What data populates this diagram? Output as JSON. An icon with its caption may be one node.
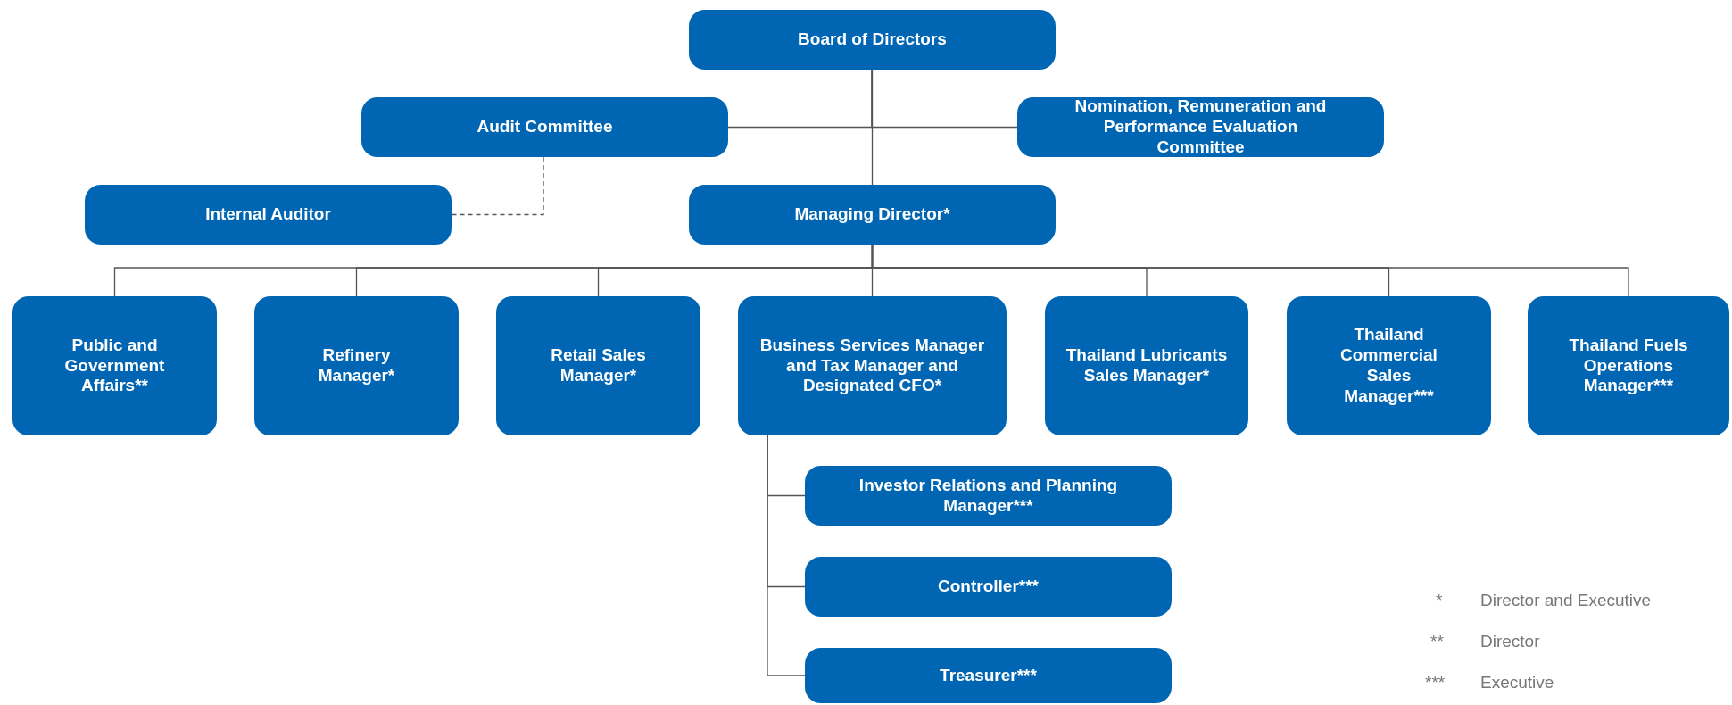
{
  "diagram": {
    "nodes": [
      {
        "text": [
          "Board of Directors"
        ]
      },
      {
        "text": [
          "Audit Committee"
        ]
      },
      {
        "text": [
          "Nomination, Remuneration and Performance Evaluation Committee"
        ]
      },
      {
        "text": [
          "Internal Auditor"
        ]
      },
      {
        "text": [
          "Managing Director*"
        ]
      },
      {
        "text": [
          "Public and Government Affairs**"
        ]
      },
      {
        "text": [
          "Refinery Manager*"
        ]
      },
      {
        "text": [
          "Retail Sales Manager*"
        ]
      },
      {
        "text": [
          "Business Services Manager and Tax Manager and Designated CFO*"
        ]
      },
      {
        "text": [
          "Thailand Lubricants Sales Manager*"
        ]
      },
      {
        "text": [
          "Thailand Commercial Sales Manager***"
        ]
      },
      {
        "text": [
          "Thailand Fuels Operations Manager***"
        ]
      },
      {
        "text": [
          "Investor Relations and Planning Manager***"
        ]
      },
      {
        "text": [
          "Controller***"
        ]
      },
      {
        "text": [
          "Treasurer***"
        ]
      }
    ],
    "edges": [
      {
        "from": 0,
        "to": 1,
        "arrow": "none"
      },
      {
        "from": 0,
        "to": 2,
        "arrow": "none"
      },
      {
        "from": 0,
        "to": 4,
        "arrow": "none"
      },
      {
        "from": 1,
        "to": 3,
        "arrow": "none",
        "style": "dashed"
      },
      {
        "from": 4,
        "to": 5,
        "arrow": "none"
      },
      {
        "from": 4,
        "to": 6,
        "arrow": "none"
      },
      {
        "from": 4,
        "to": 7,
        "arrow": "none"
      },
      {
        "from": 4,
        "to": 8,
        "arrow": "none"
      },
      {
        "from": 4,
        "to": 9,
        "arrow": "none"
      },
      {
        "from": 4,
        "to": 10,
        "arrow": "none"
      },
      {
        "from": 4,
        "to": 11,
        "arrow": "none"
      },
      {
        "from": 8,
        "to": 12,
        "arrow": "none"
      },
      {
        "from": 8,
        "to": 13,
        "arrow": "none"
      },
      {
        "from": 8,
        "to": 14,
        "arrow": "none"
      }
    ],
    "labels": [
      "*",
      "Director and Executive",
      "**",
      "Director",
      "***",
      "Executive"
    ]
  }
}
